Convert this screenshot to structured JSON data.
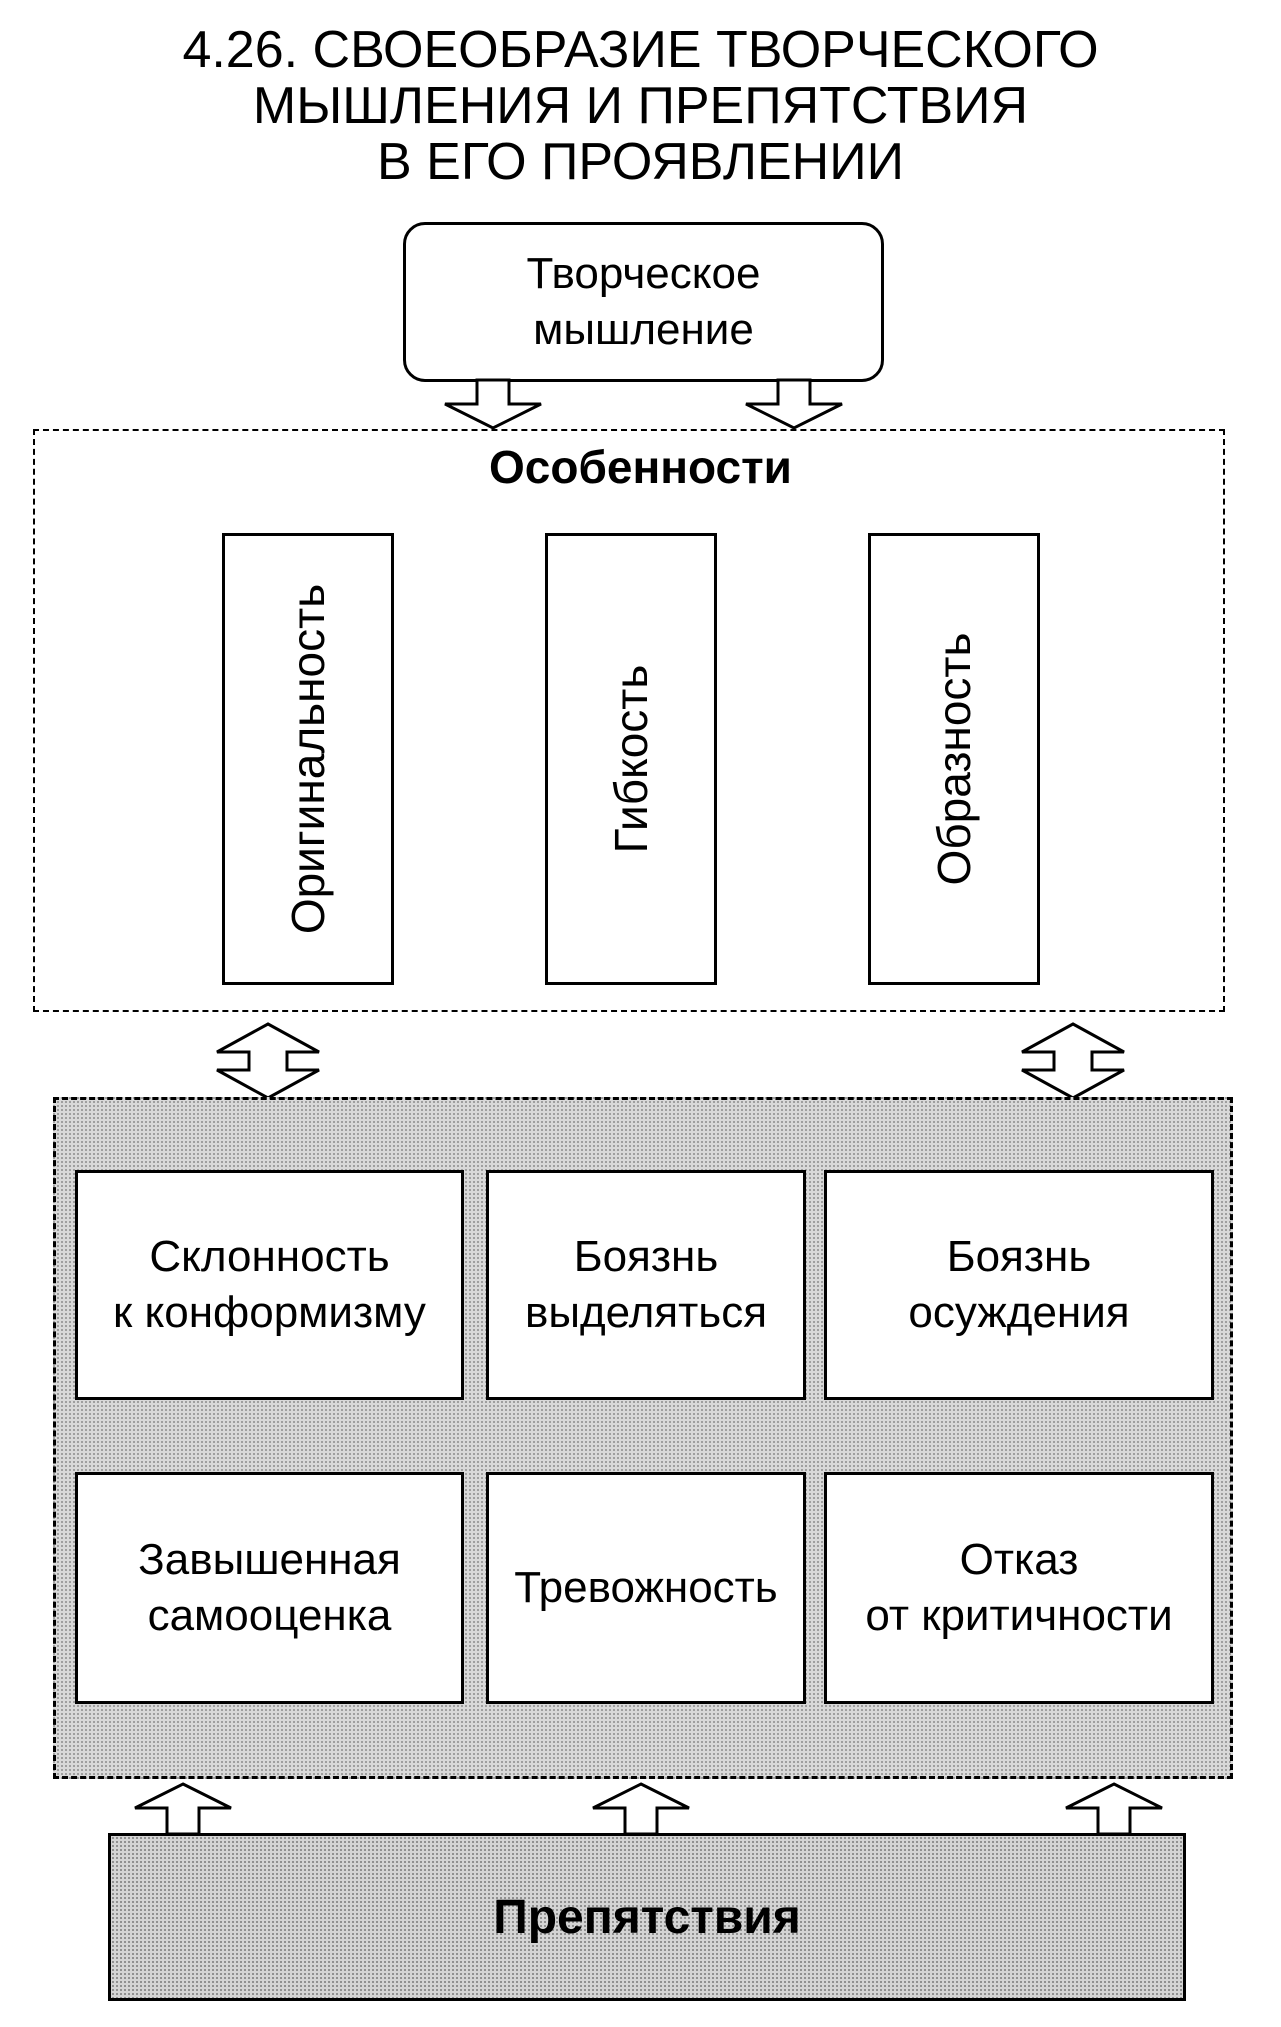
{
  "title": {
    "line1": "4.26. СВОЕОБРАЗИЕ ТВОРЧЕСКОГО",
    "line2": "МЫШЛЕНИЯ И ПРЕПЯТСТВИЯ",
    "line3": "В ЕГО ПРОЯВЛЕНИИ"
  },
  "source": {
    "line1": "Творческое",
    "line2": "мышление"
  },
  "features": {
    "title": "Особенности",
    "items": [
      "Оригинальность",
      "Гибкость",
      "Образность"
    ]
  },
  "obstacles_grid": [
    {
      "line1": "Склонность",
      "line2": "к конформизму"
    },
    {
      "line1": "Боязнь",
      "line2": "выделяться"
    },
    {
      "line1": "Боязнь",
      "line2": "осуждения"
    },
    {
      "line1": "Завышенная",
      "line2": "самооценка"
    },
    {
      "line1": "Тревожность",
      "line2": ""
    },
    {
      "line1": "Отказ",
      "line2": "от критичности"
    }
  ],
  "obstacles_label": "Препятствия"
}
